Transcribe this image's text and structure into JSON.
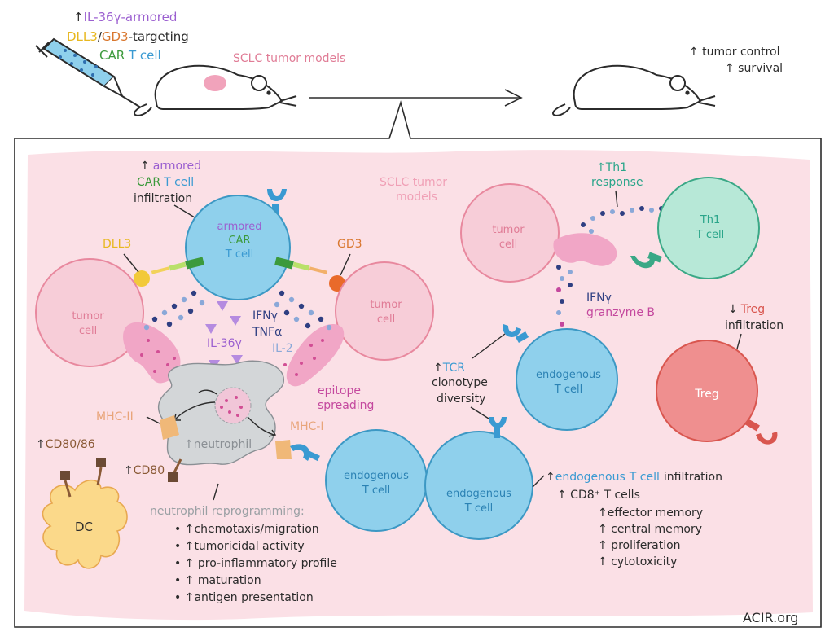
{
  "colors": {
    "outline": "#2b2b2b",
    "panel_bg": "#fbe0e6",
    "tumor_fill": "#f7cdd8",
    "tumor_stroke": "#e8889e",
    "tumor_text": "#e07c96",
    "tcell_fill": "#8fd0ec",
    "tcell_stroke": "#3c98c4",
    "tcell_text": "#2b82b4",
    "th1_fill": "#b7e8d7",
    "th1_stroke": "#3aa886",
    "treg_fill": "#ef8f8f",
    "treg_stroke": "#d9564f",
    "neutrophil_fill": "#d3d6d8",
    "dc_fill": "#fbd98a",
    "purple": "#9b5fd0",
    "green": "#3c9a3c",
    "blue": "#3a9ad2",
    "yellow": "#e8b820",
    "orange": "#d9772e",
    "navy": "#2f3f82",
    "teal": "#2aa58a",
    "magenta": "#c4489e",
    "salmon": "#e8a57a"
  },
  "top": {
    "line1_arrow": "↑",
    "line1_text": "IL-36γ-armored",
    "line2_dll3": "DLL3",
    "line2_slash": "/",
    "line2_gd3": "GD3",
    "line2_rest": "-targeting",
    "line3_car": "CAR",
    "line3_tcell": "T cell",
    "tumor_models_label": "SCLC tumor models",
    "outcome_line1": "↑ tumor control",
    "outcome_line2": "↑ survival"
  },
  "panel": {
    "armored_arrow": "↑",
    "armored_word": "armored",
    "car_word": "CAR",
    "tcell_word": "T cell",
    "infiltration_word": "infiltration",
    "sclc_line1": "SCLC tumor",
    "sclc_line2": "models",
    "car_cell_line1": "armored",
    "car_cell_line2": "CAR",
    "car_cell_line3": "T cell",
    "dll3": "DLL3",
    "gd3": "GD3",
    "tumor_line1": "tumor",
    "tumor_line2": "cell",
    "il36": "IL-36γ",
    "ifng": "IFNγ",
    "tnfa": "TNFα",
    "il2": "IL-2",
    "epitope_line1": "epitope",
    "epitope_line2": "spreading",
    "mhc2": "MHC-II",
    "mhc1": "MHC-I",
    "neutrophil": "↑neutrophil",
    "cd8086_arrow": "↑",
    "cd8086": "CD80/86",
    "cd80_arrow": "↑",
    "cd80": "CD80",
    "dc": "DC",
    "endo_line1": "endogenous",
    "endo_line2": "T cell",
    "th1_up_line1": "↑Th1",
    "th1_up_line2": "response",
    "th1_line1": "Th1",
    "th1_line2": "T cell",
    "ifng2": "IFNγ",
    "granzyme": "granzyme B",
    "tcr_arrow": "↑",
    "tcr": "TCR",
    "clonotype": "clonotype",
    "diversity": "diversity",
    "treg_arrow": "↓",
    "treg_word": "Treg",
    "treg_infiltration": "infiltration",
    "treg": "Treg",
    "neutro_reprog": "neutrophil reprogramming:",
    "reprog_items": [
      "• ↑chemotaxis/migration",
      "• ↑tumoricidal activity",
      "• ↑ pro-inflammatory profile",
      "• ↑ maturation",
      "• ↑antigen presentation"
    ],
    "endo_infil_arrow": "↑",
    "endo_infil_word1": "endogenous",
    "endo_infil_word2": "T cell",
    "endo_infil_word3": "infiltration",
    "cd8_items": [
      "↑ CD8⁺ T cells",
      "↑effector memory",
      "↑ central memory",
      "↑ proliferation",
      "↑ cytotoxicity"
    ],
    "acir": "ACIR.org"
  }
}
